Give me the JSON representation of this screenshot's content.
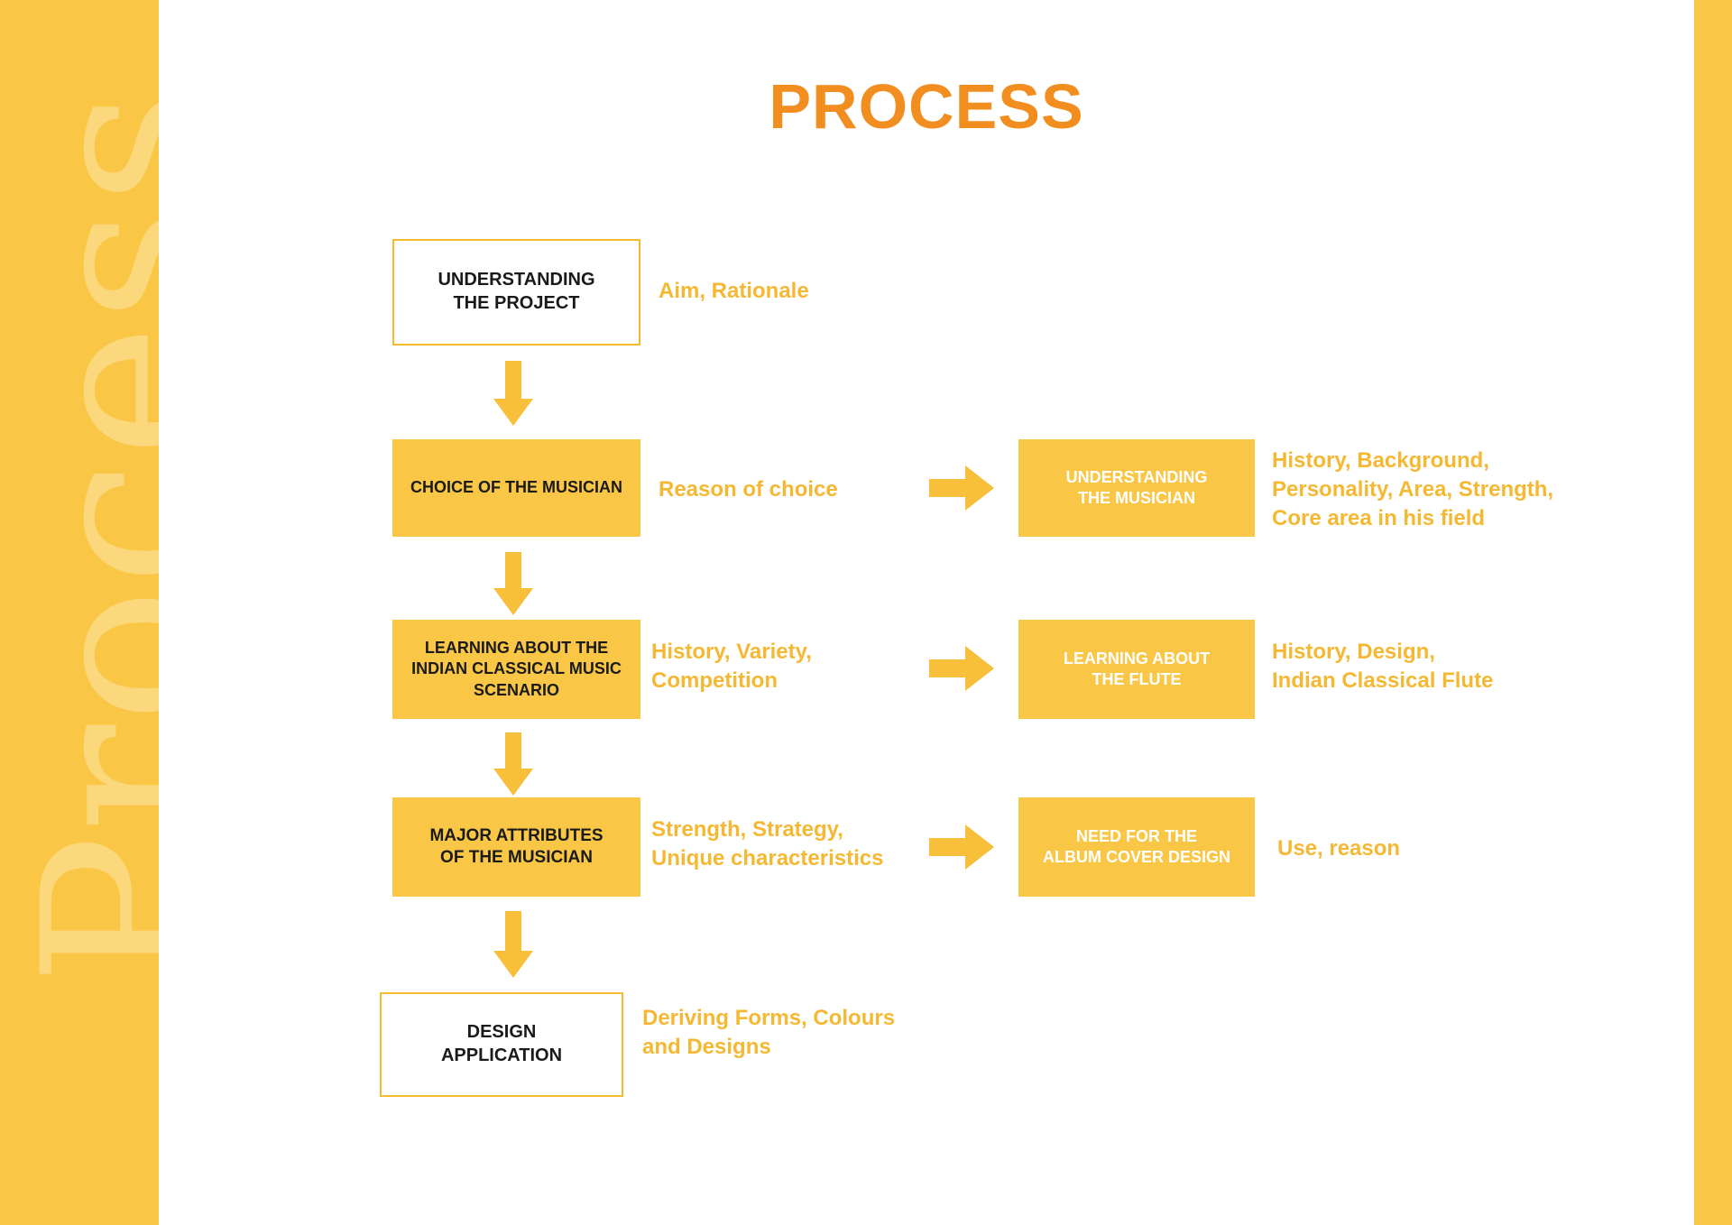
{
  "slide": {
    "title": "PROCESS",
    "title_color": "#F28D20",
    "band_color": "#F9C646",
    "watermark_text": "Process",
    "watermark_color": "#FCD87C",
    "background_color": "#FFFFFF"
  },
  "flow": {
    "main_column": [
      {
        "id": "understanding-the-project",
        "label": "UNDERSTANDING\nTHE PROJECT",
        "line1": "UNDERSTANDING",
        "line2": "THE PROJECT",
        "style": "outline",
        "annotation": "Aim, Rationale"
      },
      {
        "id": "choice-of-the-musician",
        "label": "CHOICE OF THE MUSICIAN",
        "line1": "CHOICE OF THE MUSICIAN",
        "line2": "",
        "style": "filled",
        "annotation": "Reason of choice"
      },
      {
        "id": "learning-about-indian-classical-music-scenario",
        "label": "LEARNING ABOUT THE INDIAN CLASSICAL MUSIC SCENARIO",
        "line1": "LEARNING ABOUT THE",
        "line2": "INDIAN CLASSICAL MUSIC",
        "line3": "SCENARIO",
        "style": "filled",
        "annotation_line1": "History, Variety,",
        "annotation_line2": "Competition"
      },
      {
        "id": "major-attributes-of-the-musician",
        "label": "MAJOR ATTRIBUTES OF THE MUSICIAN",
        "line1": "MAJOR ATTRIBUTES",
        "line2": "OF THE MUSICIAN",
        "style": "filled",
        "annotation_line1": "Strength, Strategy,",
        "annotation_line2": "Unique characteristics"
      },
      {
        "id": "design-application",
        "label": "DESIGN APPLICATION",
        "line1": "DESIGN",
        "line2": "APPLICATION",
        "style": "outline",
        "annotation_line1": "Deriving Forms, Colours",
        "annotation_line2": "and Designs"
      }
    ],
    "branch_column": [
      {
        "id": "understanding-the-musician",
        "line1": "UNDERSTANDING",
        "line2": "THE MUSICIAN",
        "style": "filled-white",
        "annotation_line1": "History, Background,",
        "annotation_line2": "Personality, Area, Strength,",
        "annotation_line3": "Core area in his field"
      },
      {
        "id": "learning-about-the-flute",
        "line1": "LEARNING ABOUT",
        "line2": "THE FLUTE",
        "style": "filled-white",
        "annotation_line1": "History, Design,",
        "annotation_line2": "Indian Classical Flute"
      },
      {
        "id": "need-for-the-album-cover-design",
        "line1": "NEED FOR THE",
        "line2": "ALBUM COVER DESIGN",
        "style": "filled-white",
        "annotation_line1": "Use, reason"
      }
    ],
    "arrows": {
      "down_icon": "arrow-down-icon",
      "right_icon": "arrow-right-icon",
      "color": "#F8C03A",
      "down_count": 4,
      "right_count": 3
    }
  }
}
